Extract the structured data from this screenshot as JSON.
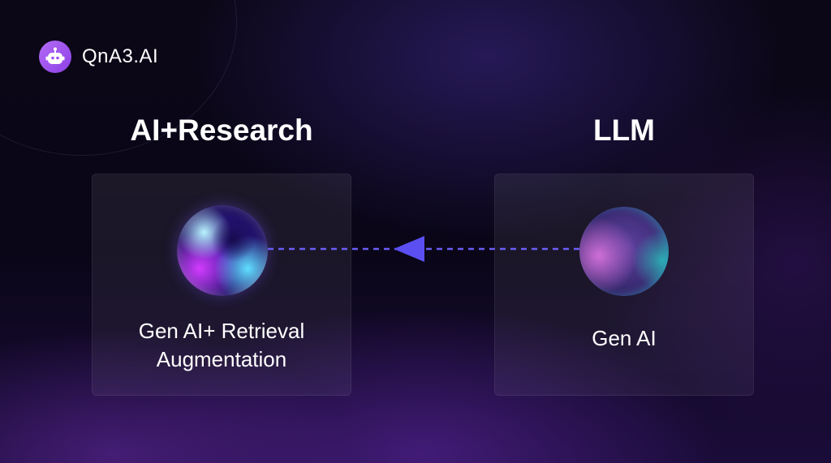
{
  "brand": {
    "name": "QnA3.AI",
    "logo_icon": "robot-icon",
    "badge_color": "#9b4ff0"
  },
  "columns": {
    "left": {
      "title": "AI+Research",
      "label_lines": [
        "Gen AI+ Retrieval",
        "Augmentation"
      ],
      "sphere_icon": "swirl-sphere-icon"
    },
    "right": {
      "title": "LLM",
      "label_lines": [
        "Gen AI"
      ],
      "sphere_icon": "plain-sphere-icon"
    }
  },
  "connector": {
    "style": "dashed",
    "direction": "right-to-left",
    "color": "#6a5cf6"
  },
  "colors": {
    "background": "#0a0618",
    "text": "#ffffff",
    "accent": "#6a5cf6"
  }
}
